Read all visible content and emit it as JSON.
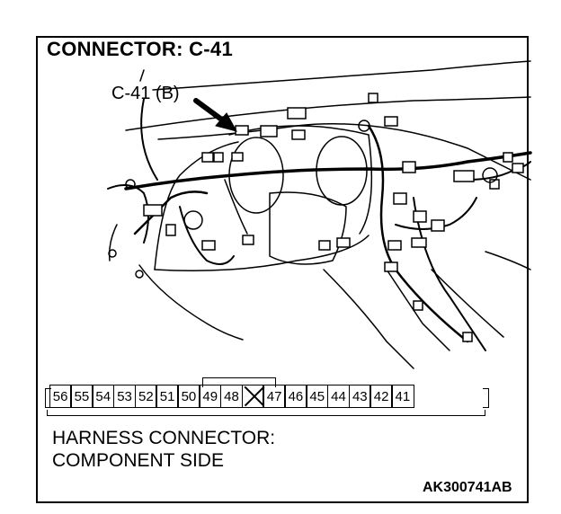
{
  "header": {
    "title": "CONNECTOR: C-41"
  },
  "callout": {
    "label": "C-41 (B)"
  },
  "connector": {
    "pins": [
      "56",
      "55",
      "54",
      "53",
      "52",
      "51",
      "50",
      "49",
      "48",
      "",
      "47",
      "46",
      "45",
      "44",
      "43",
      "42",
      "41"
    ]
  },
  "caption": {
    "line1": "HARNESS CONNECTOR:",
    "line2": "COMPONENT SIDE"
  },
  "figure": {
    "code": "AK300741AB"
  }
}
